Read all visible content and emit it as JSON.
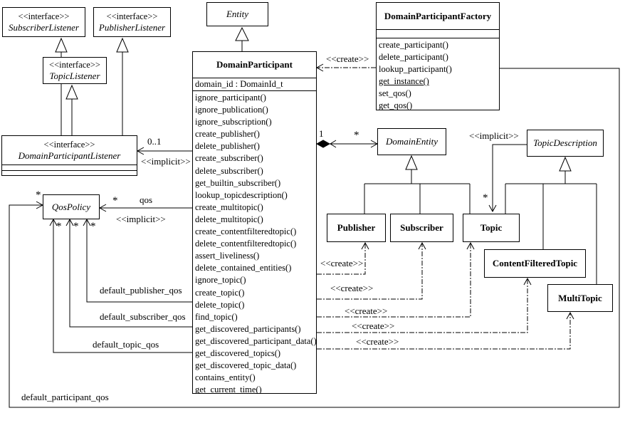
{
  "labels": {
    "interface_stereotype": "<<interface>>",
    "create": "<<create>>",
    "implicit": "<<implicit>>",
    "qos": "qos",
    "one": "1",
    "zero_or_one": "0..1",
    "many": "*",
    "default_publisher_qos": "default_publisher_qos",
    "default_subscriber_qos": "default_subscriber_qos",
    "default_topic_qos": "default_topic_qos",
    "default_participant_qos": "default_participant_qos"
  },
  "classes": {
    "subscriber_listener": {
      "name": "SubscriberListener"
    },
    "publisher_listener": {
      "name": "PublisherListener"
    },
    "topic_listener": {
      "name": "TopicListener"
    },
    "domain_participant_listener": {
      "name": "DomainParticipantListener"
    },
    "entity": {
      "name": "Entity"
    },
    "qos_policy": {
      "name": "QosPolicy"
    },
    "domain_entity": {
      "name": "DomainEntity"
    },
    "topic_description": {
      "name": "TopicDescription"
    },
    "publisher": {
      "name": "Publisher"
    },
    "subscriber": {
      "name": "Subscriber"
    },
    "topic": {
      "name": "Topic"
    },
    "content_filtered_topic": {
      "name": "ContentFilteredTopic"
    },
    "multi_topic": {
      "name": "MultiTopic"
    },
    "domain_participant": {
      "name": "DomainParticipant",
      "attributes": [
        "domain_id : DomainId_t"
      ],
      "methods": [
        "ignore_participant()",
        "ignore_publication()",
        "ignore_subscription()",
        "create_publisher()",
        "delete_publisher()",
        "create_subscriber()",
        "delete_subscriber()",
        "get_builtin_subscriber()",
        "lookup_topicdescription()",
        "create_multitopic()",
        "delete_multitopic()",
        "create_contentfilteredtopic()",
        "delete_contentfilteredtopic()",
        "assert_liveliness()",
        "delete_contained_entities()",
        "ignore_topic()",
        "create_topic()",
        "delete_topic()",
        "find_topic()",
        "get_discovered_participants()",
        "get_discovered_participant_data()",
        "get_discovered_topics()",
        "get_discovered_topic_data()",
        "contains_entity()",
        "get_current_time()"
      ]
    },
    "domain_participant_factory": {
      "name": "DomainParticipantFactory",
      "methods": [
        "create_participant()",
        "delete_participant()",
        "lookup_participant()",
        {
          "label": "get_instance()",
          "underline": true
        },
        "set_qos()",
        "get_qos()"
      ]
    }
  }
}
